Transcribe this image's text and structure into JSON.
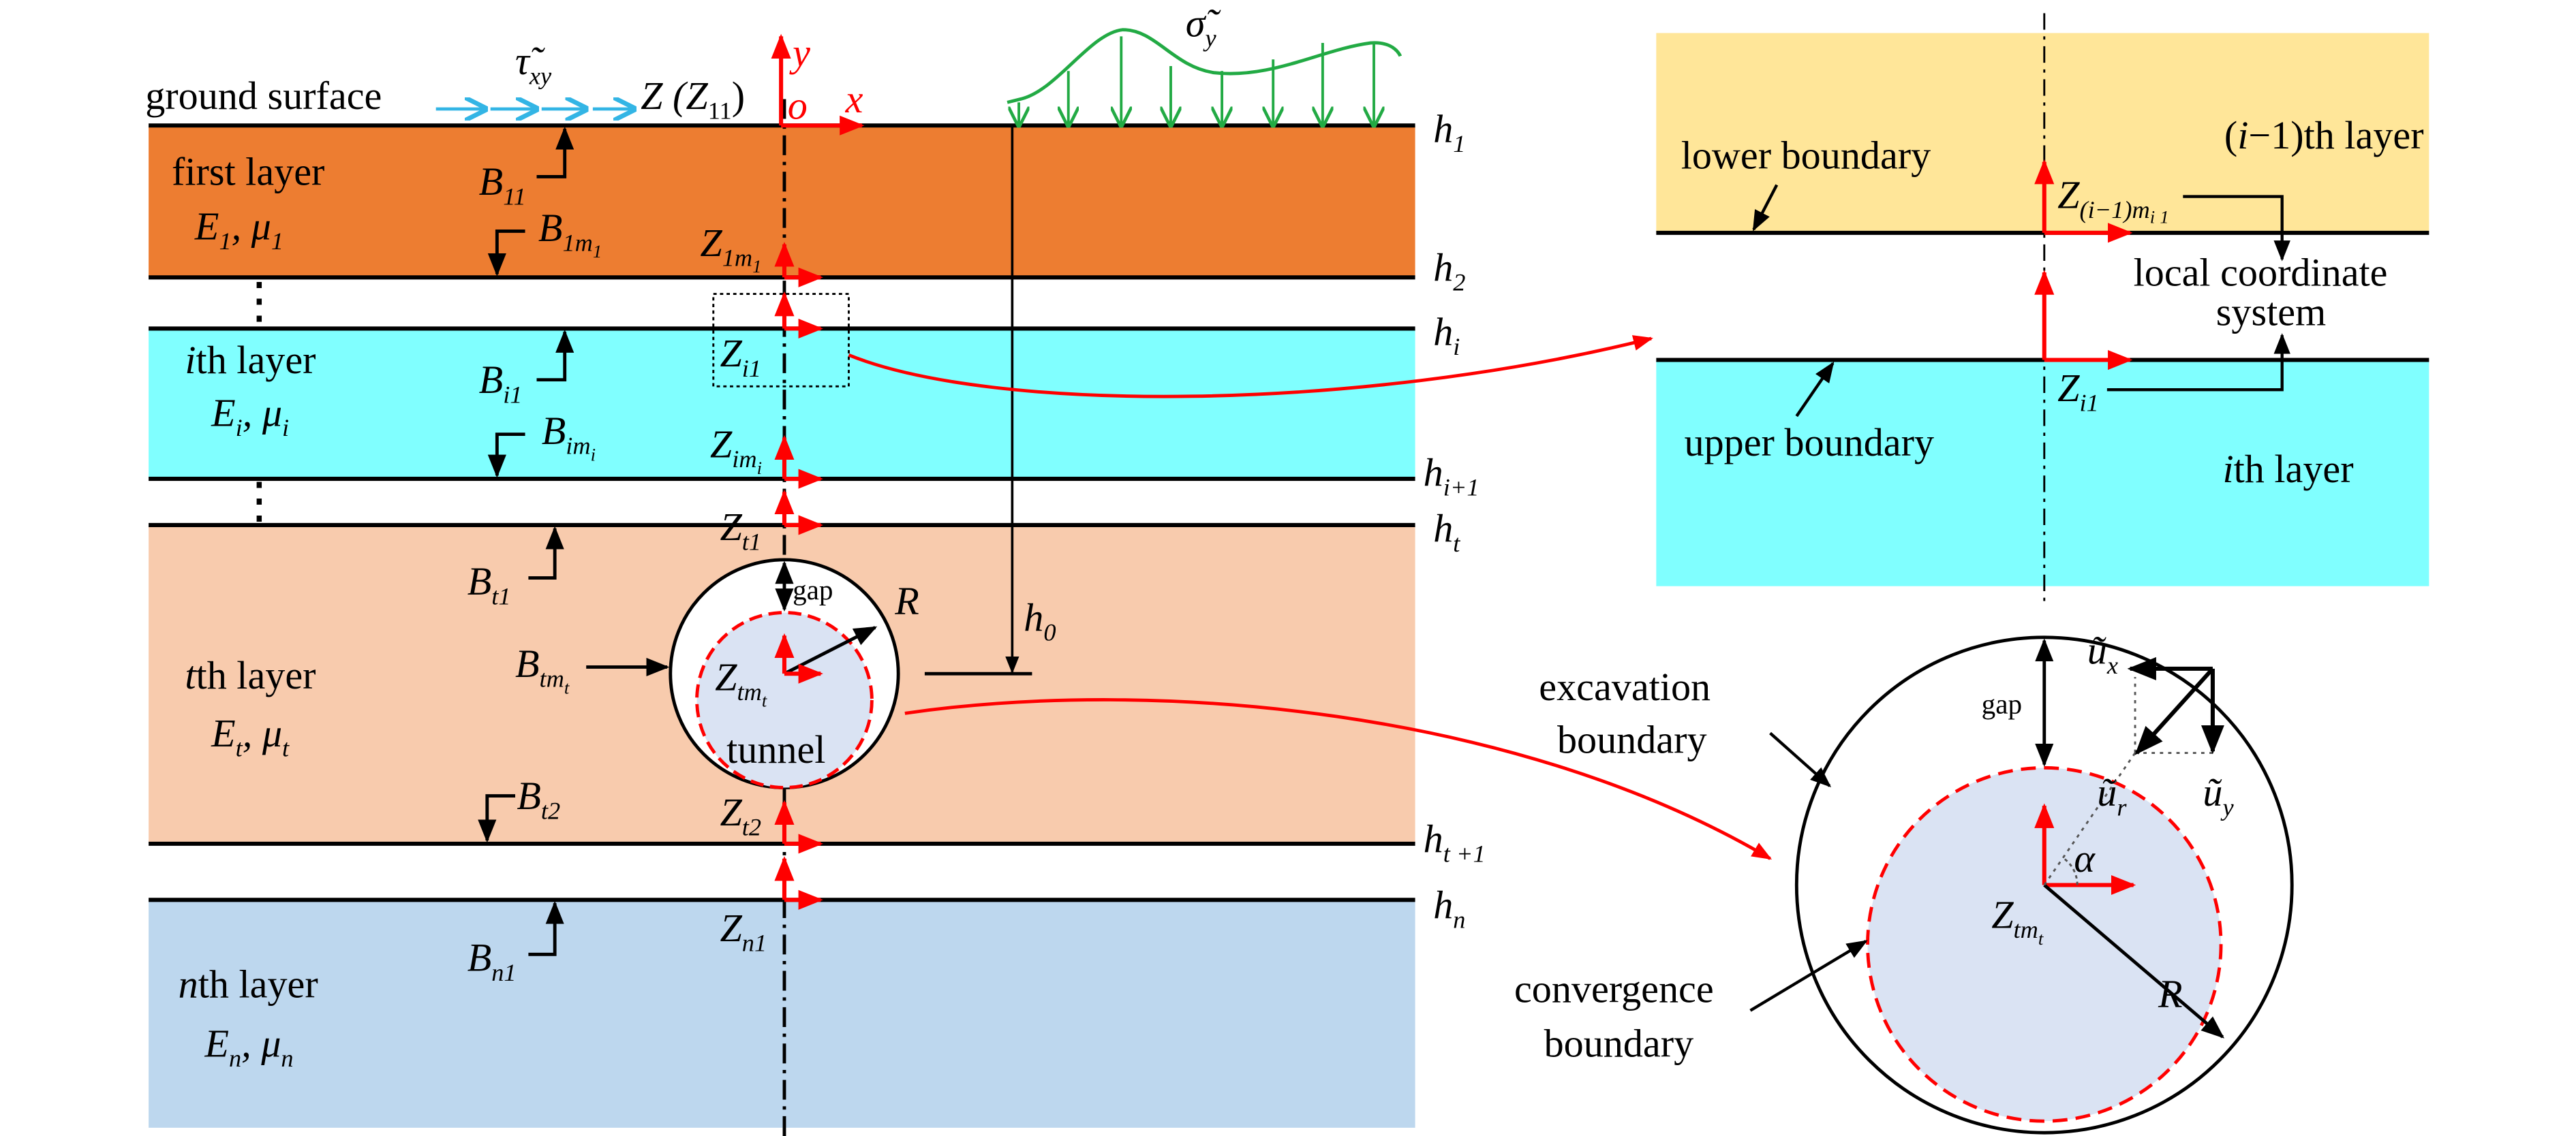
{
  "figure": {
    "colors": {
      "first_layer": "#ed7d31",
      "ith_layer": "#80ffff",
      "tth_layer": "#f8cbad",
      "nth_layer": "#bdd7ee",
      "prev_layer": "#ffe699",
      "tunnel_fill": "#dae3f3",
      "coord_axis": "#ff0000",
      "surface_load": "#22aa44",
      "shear_load": "#33b5e5"
    },
    "left": {
      "ground_surface": "ground surface",
      "shear_symbol": "τ̃",
      "shear_sub": "xy",
      "normal_symbol": "σ̃",
      "normal_sub": "y",
      "origin_label": "Z (Z",
      "origin_sub": "11",
      "origin_close": ")",
      "axis_y": "y",
      "axis_x": "x",
      "axis_o": "o",
      "layers": [
        {
          "name": "first layer",
          "E": "E",
          "mu": "μ",
          "sub": "1"
        },
        {
          "name": "th layer",
          "prefix": "i",
          "E": "E",
          "mu": "μ",
          "sub": "i"
        },
        {
          "name": "th layer",
          "prefix": "t",
          "E": "E",
          "mu": "μ",
          "sub": "t"
        },
        {
          "name": "th layer",
          "prefix": "n",
          "E": "E",
          "mu": "μ",
          "sub": "n"
        }
      ],
      "depths": [
        {
          "h": "h",
          "sub": "1"
        },
        {
          "h": "h",
          "sub": "2"
        },
        {
          "h": "h",
          "sub": "i"
        },
        {
          "h": "h",
          "sub": "i+1"
        },
        {
          "h": "h",
          "sub": "t"
        },
        {
          "h": "h",
          "sub": "t +1"
        },
        {
          "h": "h",
          "sub": "n"
        },
        {
          "h": "h",
          "sub": "0"
        }
      ],
      "boundaries": [
        {
          "B": "B",
          "sub": "11"
        },
        {
          "B": "B",
          "sub": "1m",
          "sub2": "1"
        },
        {
          "B": "B",
          "sub": "i1"
        },
        {
          "B": "B",
          "sub": "im",
          "sub2": "i"
        },
        {
          "B": "B",
          "sub": "t1"
        },
        {
          "B": "B",
          "sub": "tm",
          "sub2": "t"
        },
        {
          "B": "B",
          "sub": "t2"
        },
        {
          "B": "B",
          "sub": "n1"
        }
      ],
      "points": [
        {
          "Z": "Z",
          "sub": "1m",
          "sub2": "1"
        },
        {
          "Z": "Z",
          "sub": "i1"
        },
        {
          "Z": "Z",
          "sub": "im",
          "sub2": "i"
        },
        {
          "Z": "Z",
          "sub": "t1"
        },
        {
          "Z": "Z",
          "sub": "tm",
          "sub2": "t"
        },
        {
          "Z": "Z",
          "sub": "t2"
        },
        {
          "Z": "Z",
          "sub": "n1"
        }
      ],
      "tunnel": "tunnel",
      "gap": "gap",
      "radius": "R",
      "ellipsis": "⋮"
    },
    "detail_top": {
      "prev_layer_prefix": "(",
      "prev_layer_i": "i",
      "prev_layer_rest": "−1)th layer",
      "lower_boundary": "lower boundary",
      "upper_boundary": "upper boundary",
      "local_cs_line1": "local coordinate",
      "local_cs_line2": "system",
      "z_prev": "Z",
      "z_prev_sub": "(i−1)m",
      "z_prev_sub2": "i",
      "z_prev_sub3": "1",
      "z_i1": "Z",
      "z_i1_sub": "i1",
      "ith_prefix": "i",
      "ith_rest": "th layer"
    },
    "detail_bottom": {
      "excavation_line1": "excavation",
      "excavation_line2": "boundary",
      "convergence_line1": "convergence",
      "convergence_line2": "boundary",
      "gap": "gap",
      "ux": "ũ",
      "ux_sub": "x",
      "uy": "ũ",
      "uy_sub": "y",
      "ur": "ũ",
      "ur_sub": "r",
      "alpha": "α",
      "Z": "Z",
      "Z_sub": "tm",
      "Z_sub2": "t",
      "R": "R"
    }
  }
}
